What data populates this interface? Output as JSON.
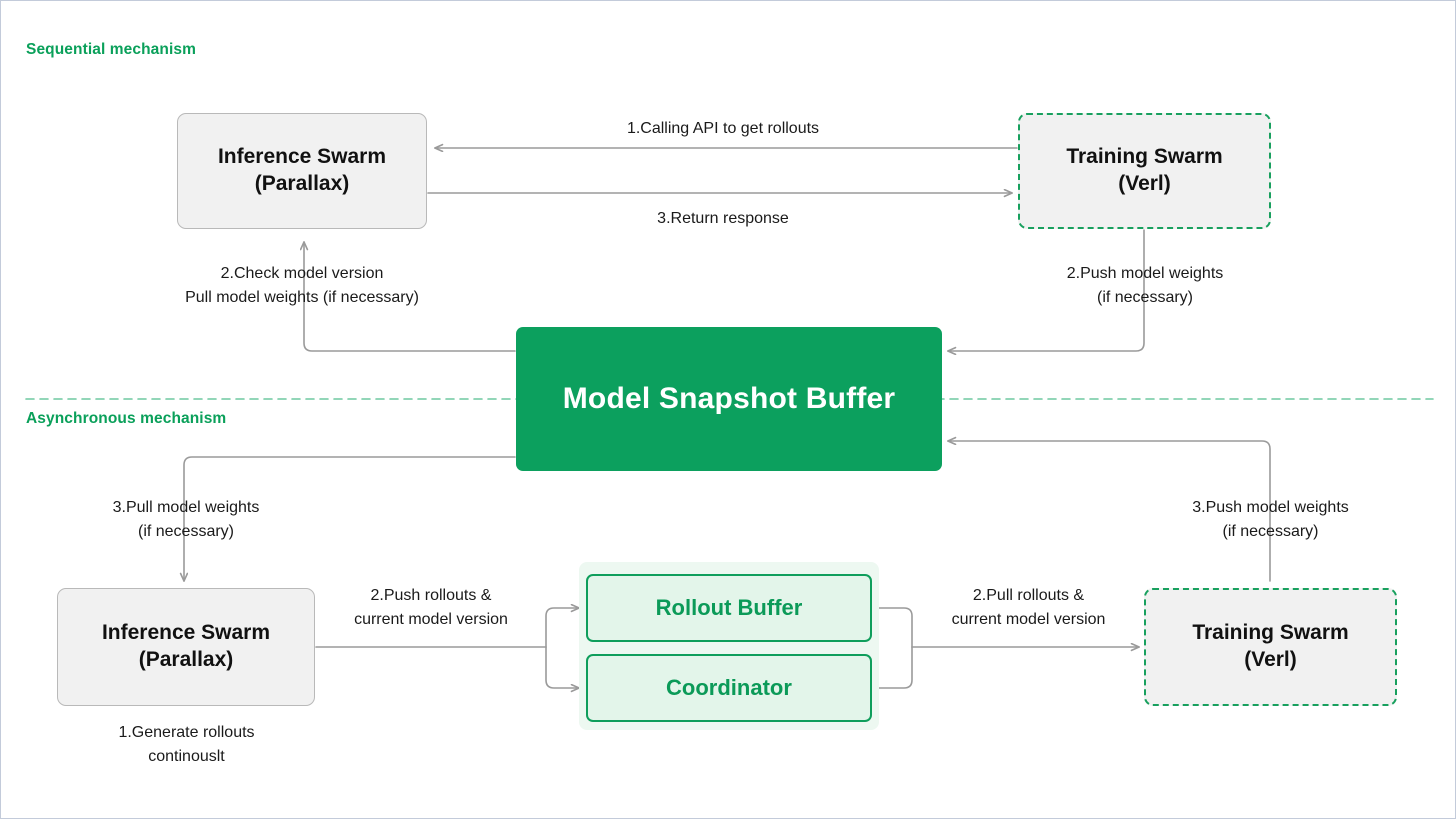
{
  "diagram": {
    "title_sequential": "Sequential mechanism",
    "title_async": "Asynchronous mechanism",
    "colors": {
      "accent_green": "#0aa05a",
      "buffer_green": "#0ca05e",
      "card_green_border": "#0f9e5c",
      "card_green_fill": "#e3f5ea",
      "node_gray_fill": "#f1f1f1",
      "node_gray_border": "#b9b9b9",
      "edge_gray": "#9a9a9a",
      "divider_green": "#6fc9a0"
    }
  },
  "nodes": {
    "inference_sequential": {
      "line1": "Inference Swarm",
      "line2": "(Parallax)"
    },
    "training_sequential": {
      "line1": "Training Swarm",
      "line2": "(Verl)"
    },
    "inference_async": {
      "line1": "Inference Swarm",
      "line2": "(Parallax)"
    },
    "training_async": {
      "line1": "Training Swarm",
      "line2": "(Verl)"
    },
    "model_snapshot_buffer": {
      "label": "Model Snapshot Buffer"
    },
    "rollout_buffer": {
      "label": "Rollout Buffer"
    },
    "coordinator": {
      "label": "Coordinator"
    }
  },
  "edge_labels": {
    "calling_api": "1.Calling API to get rollouts",
    "return_response": "3.Return response",
    "check_model_version_l1": "2.Check model version",
    "check_model_version_l2": "Pull model weights (if necessary)",
    "push_model_weights_seq_l1": "2.Push model weights",
    "push_model_weights_seq_l2": "(if necessary)",
    "pull_model_weights_async_l1": "3.Pull model weights",
    "pull_model_weights_async_l2": "(if necessary)",
    "push_model_weights_async_l1": "3.Push model weights",
    "push_model_weights_async_l2": "(if necessary)",
    "generate_rollouts_l1": "1.Generate rollouts",
    "generate_rollouts_l2": "continouslt",
    "push_rollouts_l1": "2.Push rollouts &",
    "push_rollouts_l2": "current model version",
    "pull_rollouts_l1": "2.Pull rollouts &",
    "pull_rollouts_l2": "current model version"
  }
}
